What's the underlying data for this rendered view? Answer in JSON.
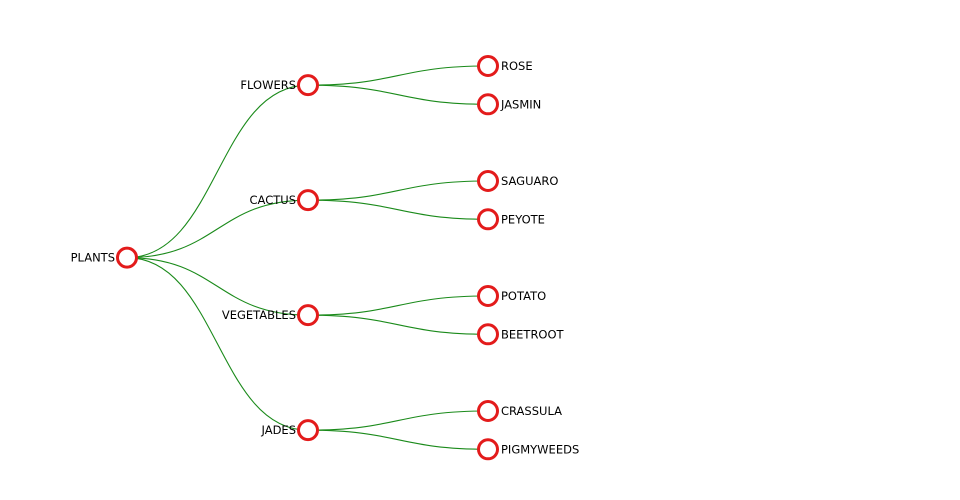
{
  "tree": {
    "name": "PLANTS",
    "children": [
      {
        "name": "FLOWERS",
        "children": [
          {
            "name": "ROSE"
          },
          {
            "name": "JASMIN"
          }
        ]
      },
      {
        "name": "CACTUS",
        "children": [
          {
            "name": "SAGUARO"
          },
          {
            "name": "PEYOTE"
          }
        ]
      },
      {
        "name": "VEGETABLES",
        "children": [
          {
            "name": "POTATO"
          },
          {
            "name": "BEETROOT"
          }
        ]
      },
      {
        "name": "JADES",
        "children": [
          {
            "name": "CRASSULA"
          },
          {
            "name": "PIGMYWEEDS"
          }
        ]
      }
    ]
  },
  "colors": {
    "link": "#1a8a1a",
    "node_stroke": "#e31b1b",
    "node_fill": "#ffffff",
    "text": "#000000"
  }
}
